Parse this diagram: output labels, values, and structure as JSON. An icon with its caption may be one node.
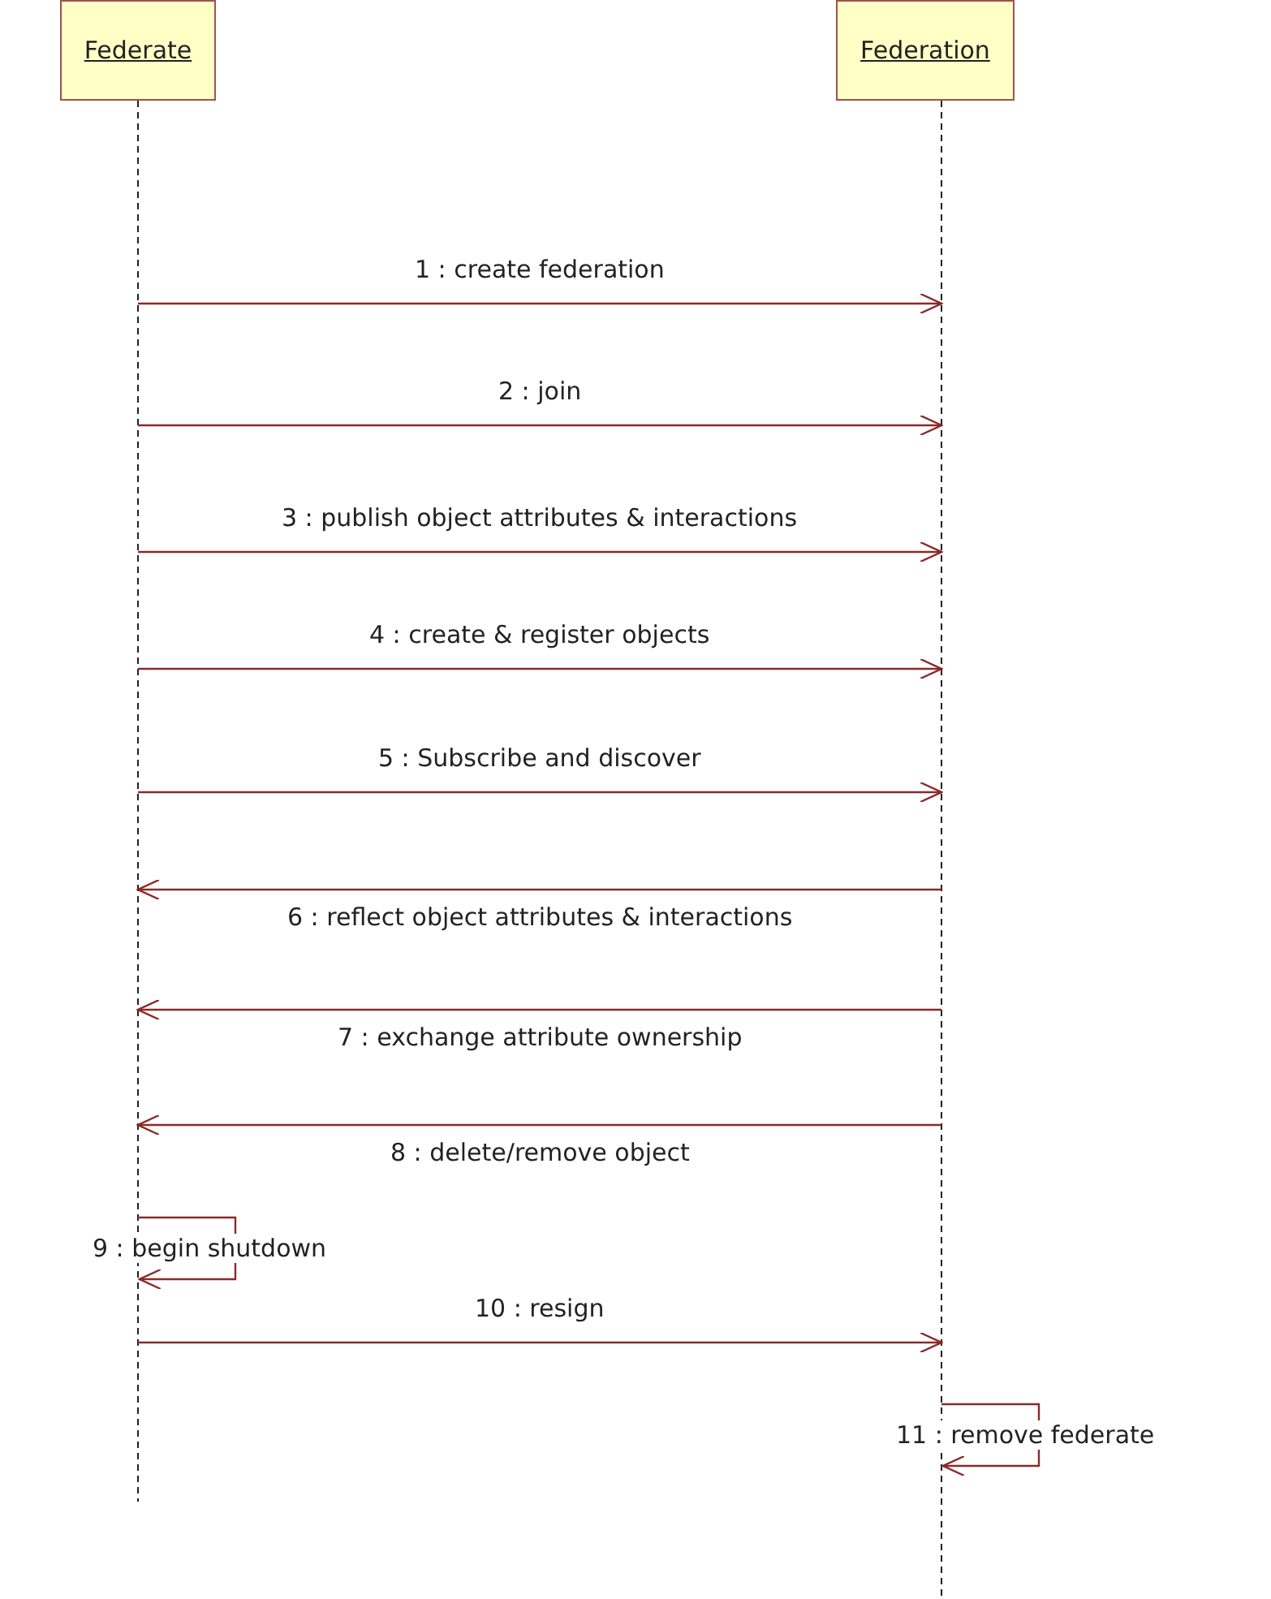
{
  "diagram": {
    "nodes": [
      {
        "text": [
          "Federate"
        ]
      },
      {
        "text": [
          "Federation"
        ]
      }
    ],
    "edges": [
      {
        "from": 0,
        "to": 1,
        "arrow": "to",
        "label": "1 : create federation"
      },
      {
        "from": 0,
        "to": 1,
        "arrow": "to",
        "label": "2 : join"
      },
      {
        "from": 0,
        "to": 1,
        "arrow": "to",
        "label": "3 : publish object attributes & interactions"
      },
      {
        "from": 0,
        "to": 1,
        "arrow": "to",
        "label": "4 : create & register objects"
      },
      {
        "from": 0,
        "to": 1,
        "arrow": "to",
        "label": "5 : Subscribe and discover"
      },
      {
        "from": 1,
        "to": 0,
        "arrow": "to",
        "label": "6 : reflect object attributes & interactions"
      },
      {
        "from": 1,
        "to": 0,
        "arrow": "to",
        "label": "7 : exchange attribute ownership"
      },
      {
        "from": 1,
        "to": 0,
        "arrow": "to",
        "label": "8 : delete/remove object"
      },
      {
        "from": 0,
        "to": 0,
        "arrow": "to",
        "label": "9 : begin shutdown"
      },
      {
        "from": 0,
        "to": 1,
        "arrow": "to",
        "label": "10 : resign"
      },
      {
        "from": 1,
        "to": 1,
        "arrow": "to",
        "label": "11 : remove federate"
      }
    ]
  }
}
